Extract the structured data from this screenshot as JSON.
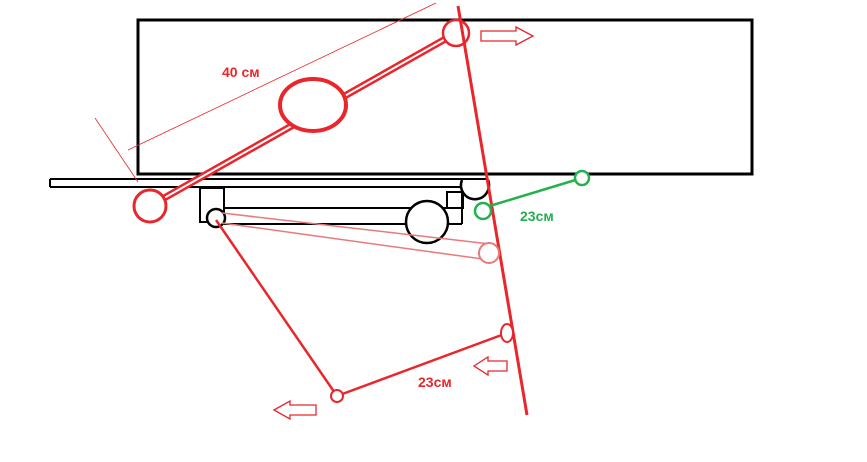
{
  "labels": {
    "long_link": "40 см",
    "green_link": "23см",
    "lower_link": "23см"
  },
  "colors": {
    "red": "#e8262b",
    "pink": "#e87a7c",
    "green": "#22b14c",
    "black": "#000000"
  }
}
